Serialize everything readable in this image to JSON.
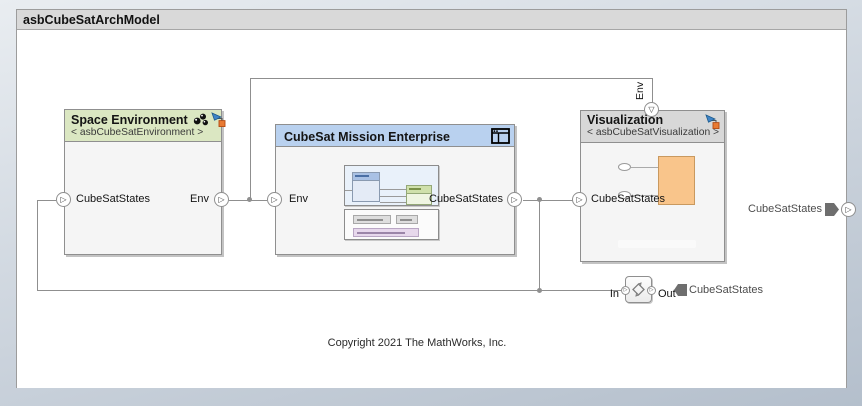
{
  "window": {
    "title": "asbCubeSatArchModel"
  },
  "blocks": {
    "space_environment": {
      "title": "Space Environment",
      "subtitle": "< asbCubeSatEnvironment >",
      "left_port": "CubeSatStates",
      "right_port": "Env"
    },
    "mission_enterprise": {
      "title": "CubeSat Mission Enterprise",
      "left_port": "Env",
      "right_port": "CubeSatStates"
    },
    "visualization": {
      "title": "Visualization",
      "subtitle": "< asbCubeSatVisualization >",
      "left_port": "CubeSatStates",
      "top_port_label": "Env"
    },
    "adapter": {
      "in_label": "In",
      "out_label": "Out",
      "tag_label": "CubeSatStates"
    }
  },
  "boundary": {
    "output_label": "CubeSatStates"
  },
  "canvas": {
    "copyright": "Copyright 2021 The MathWorks, Inc."
  },
  "icons": {
    "tri_right": "▷",
    "tri_down": "▽",
    "component_ref": "spheres-icon",
    "link_badge": "link-badge-icon",
    "subsystem_window": "window-panes-icon",
    "adapter_glyph": "adapter-diamond-icon"
  },
  "colors": {
    "space_env_header": "#dbe7c2",
    "mission_header": "#b9d1ef",
    "visualization_header": "#d8d8d8",
    "preview_orange": "#f9c58b",
    "wire": "#8f8f8f",
    "tag": "#6e6e6e"
  }
}
